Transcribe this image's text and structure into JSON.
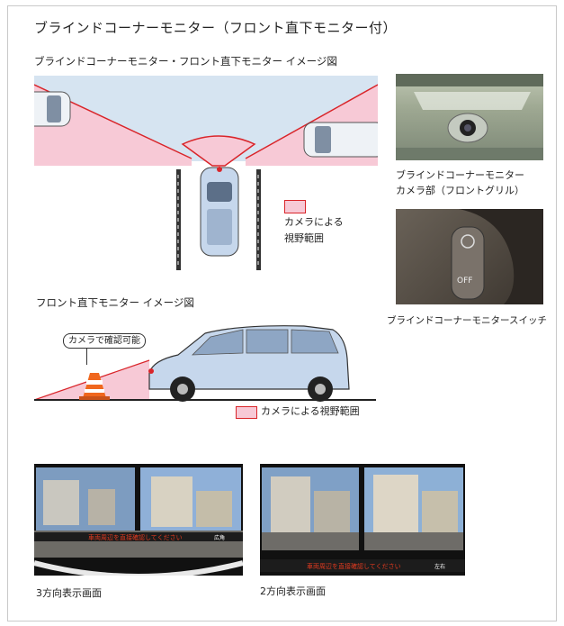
{
  "page_title": "ブラインドコーナーモニター（フロント直下モニター付）",
  "diagram1": {
    "title": "ブラインドコーナーモニター・フロント直下モニター イメージ図",
    "legend_line1": "カメラによる",
    "legend_line2": "視野範囲"
  },
  "photo_camera": {
    "caption_line1": "ブラインドコーナーモニター",
    "caption_line2": "カメラ部（フロントグリル）"
  },
  "photo_switch": {
    "caption": "ブラインドコーナーモニタースイッチ",
    "off_label": "OFF"
  },
  "diagram2": {
    "title": "フロント直下モニター イメージ図",
    "callout": "カメラで確認可能",
    "legend": "カメラによる視野範囲"
  },
  "screen3": {
    "caption": "3方向表示画面",
    "warning_text": "車両周辺を直接確認してください",
    "side_label": "広角"
  },
  "screen2": {
    "caption": "2方向表示画面",
    "warning_text": "車両周辺を直接確認してください",
    "side_label": "左右"
  },
  "colors": {
    "fov_pink": "#f7c9d6",
    "fov_red": "#d9252a",
    "road_blue": "#d6e4f1",
    "car_blue": "#c6d7ec",
    "screen_warning": "#e23a1f"
  }
}
